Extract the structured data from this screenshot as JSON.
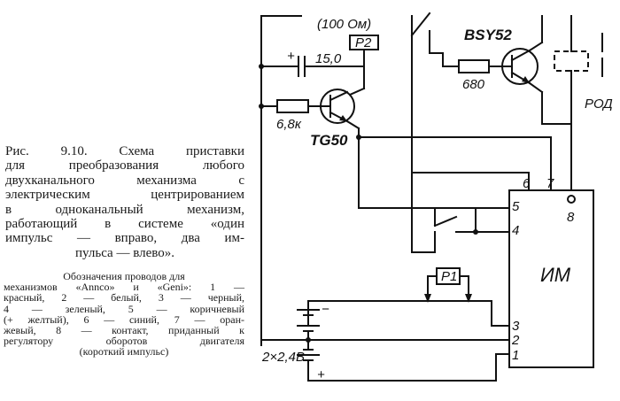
{
  "caption": {
    "lines": [
      "Рис. 9.10. Схема приставки",
      "для преобразования любого",
      "двухканального механизма с",
      "электрическим центрированием",
      "в одноканальный механизм,",
      "работающий в системе «один",
      "импульс — вправо, два им-",
      "пульса — влево»."
    ]
  },
  "legend": {
    "lines": [
      "Обозначения проводов для",
      "механизмов «Annco» и «Geni»: 1 —",
      "красный, 2 — белый, 3 — черный,",
      "4 — зеленый, 5 — коричневый",
      "(+ желтый), 6 — синий, 7 — оран-",
      "жевый, 8 — контакт, приданный к",
      "регулятору оборотов двигателя",
      "(короткий импульс)"
    ]
  },
  "schematic": {
    "r2_value": "(100 Ом)",
    "r2_label": "P2",
    "cap_value": "15,0",
    "cap_plus": "+",
    "r_base_value": "6,8к",
    "transistor_1": "TG50",
    "transistor_2": "BSY52",
    "r_680_value": "680",
    "relay_label": "РОД",
    "block_label": "ИМ",
    "relay_p1_label": "P1",
    "battery_label": "2×2,4В",
    "battery_minus": "−",
    "battery_plus": "+",
    "pins": [
      "1",
      "2",
      "3",
      "4",
      "5",
      "6",
      "7",
      "8"
    ]
  }
}
